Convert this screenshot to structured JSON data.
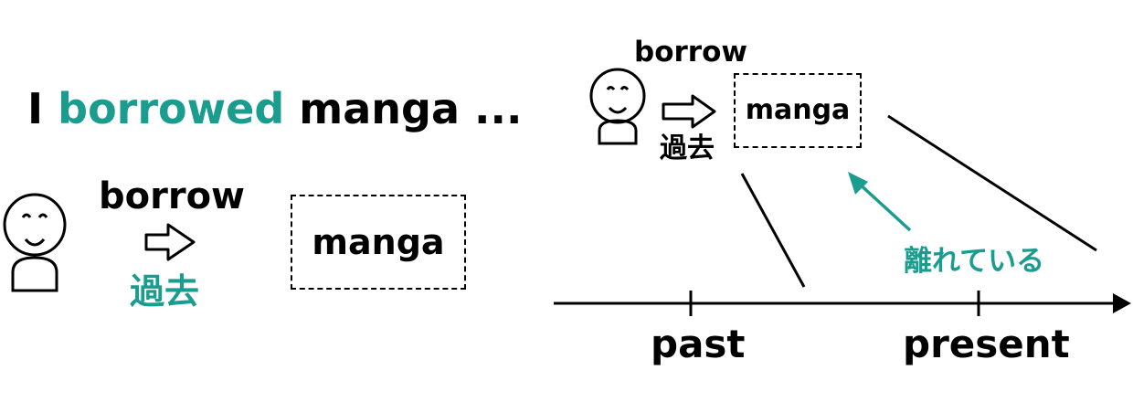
{
  "sentence": {
    "subject": "I",
    "verb": "borrowed",
    "object": "manga",
    "ellipsis": "..."
  },
  "left_figure": {
    "action_label": "borrow",
    "tense_label": "過去",
    "object_box": "manga"
  },
  "right_figure": {
    "action_label": "borrow",
    "tense_label": "過去",
    "object_box": "manga",
    "distance_label": "離れている"
  },
  "timeline": {
    "past_label": "past",
    "present_label": "present"
  },
  "colors": {
    "accent": "#1a9c8f",
    "text": "#000000"
  }
}
